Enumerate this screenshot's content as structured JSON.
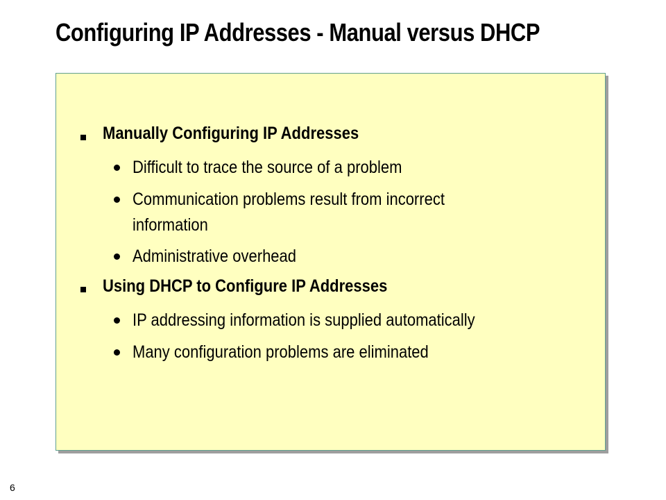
{
  "slide": {
    "title": "Configuring IP Addresses - Manual versus DHCP",
    "page_number": "6",
    "colors": {
      "box_fill": "#ffffc0",
      "box_border": "#5f9f8f",
      "box_shadow": "#9e9e9e"
    },
    "sections": [
      {
        "heading": "Manually Configuring IP Addresses",
        "items": [
          "Difficult to trace the source of a problem",
          "Communication problems result from incorrect",
          "information",
          "Administrative overhead"
        ]
      },
      {
        "heading": "Using DHCP to Configure IP Addresses",
        "items": [
          "IP addressing information is supplied automatically",
          "Many configuration problems are eliminated"
        ]
      }
    ]
  }
}
